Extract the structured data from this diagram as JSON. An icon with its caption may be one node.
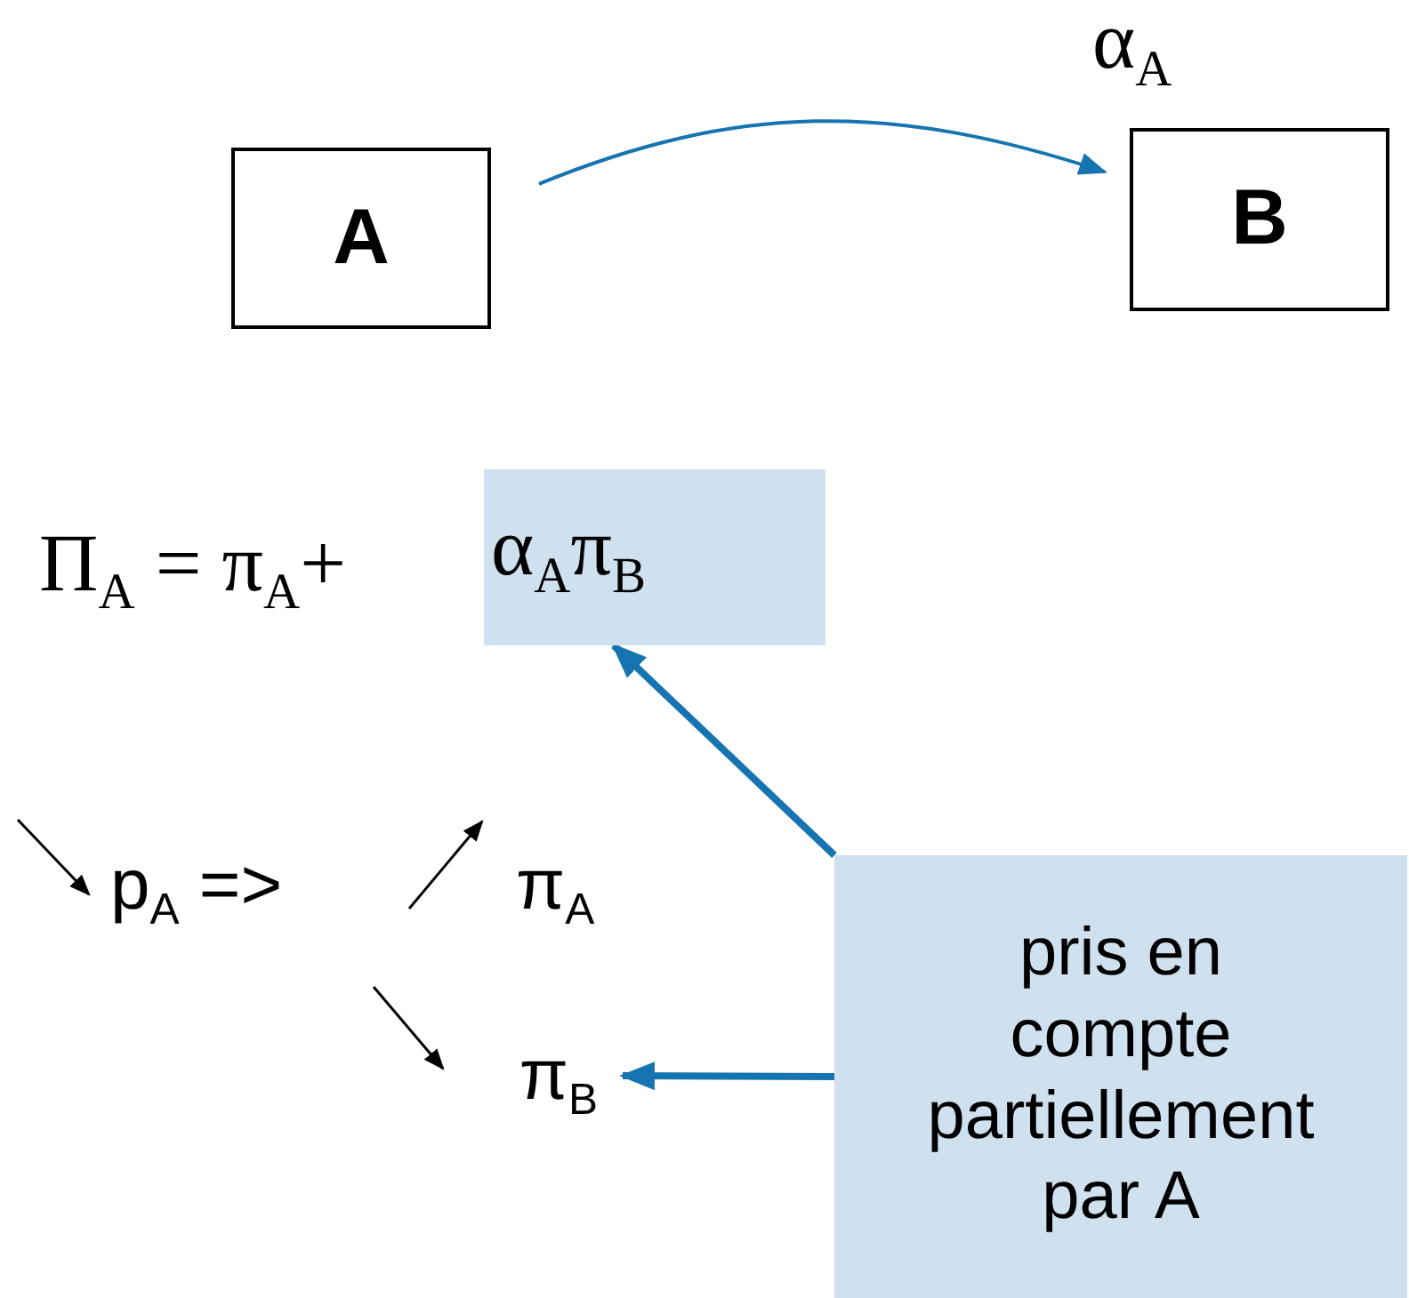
{
  "diagram": {
    "nodes": [
      {
        "text": [
          "A"
        ]
      },
      {
        "text": [
          "B"
        ]
      },
      {
        "text": [
          "α$_{A}$π$_{B}$"
        ]
      },
      {
        "text": [
          "pris en compte partiellement par A"
        ]
      },
      {
        "text": [
          "π$_{B}$"
        ]
      }
    ],
    "edges": [
      {
        "from": 0,
        "to": 1,
        "arrow": "to",
        "label": "α$_{A}$"
      },
      {
        "from": 3,
        "to": 2,
        "arrow": "to"
      },
      {
        "from": 3,
        "to": 4,
        "arrow": "to"
      }
    ],
    "labels": [
      "Π$_{A}$ = π$_{A}$+",
      "p$_{A}$ =>",
      "π$_{A}$"
    ]
  }
}
